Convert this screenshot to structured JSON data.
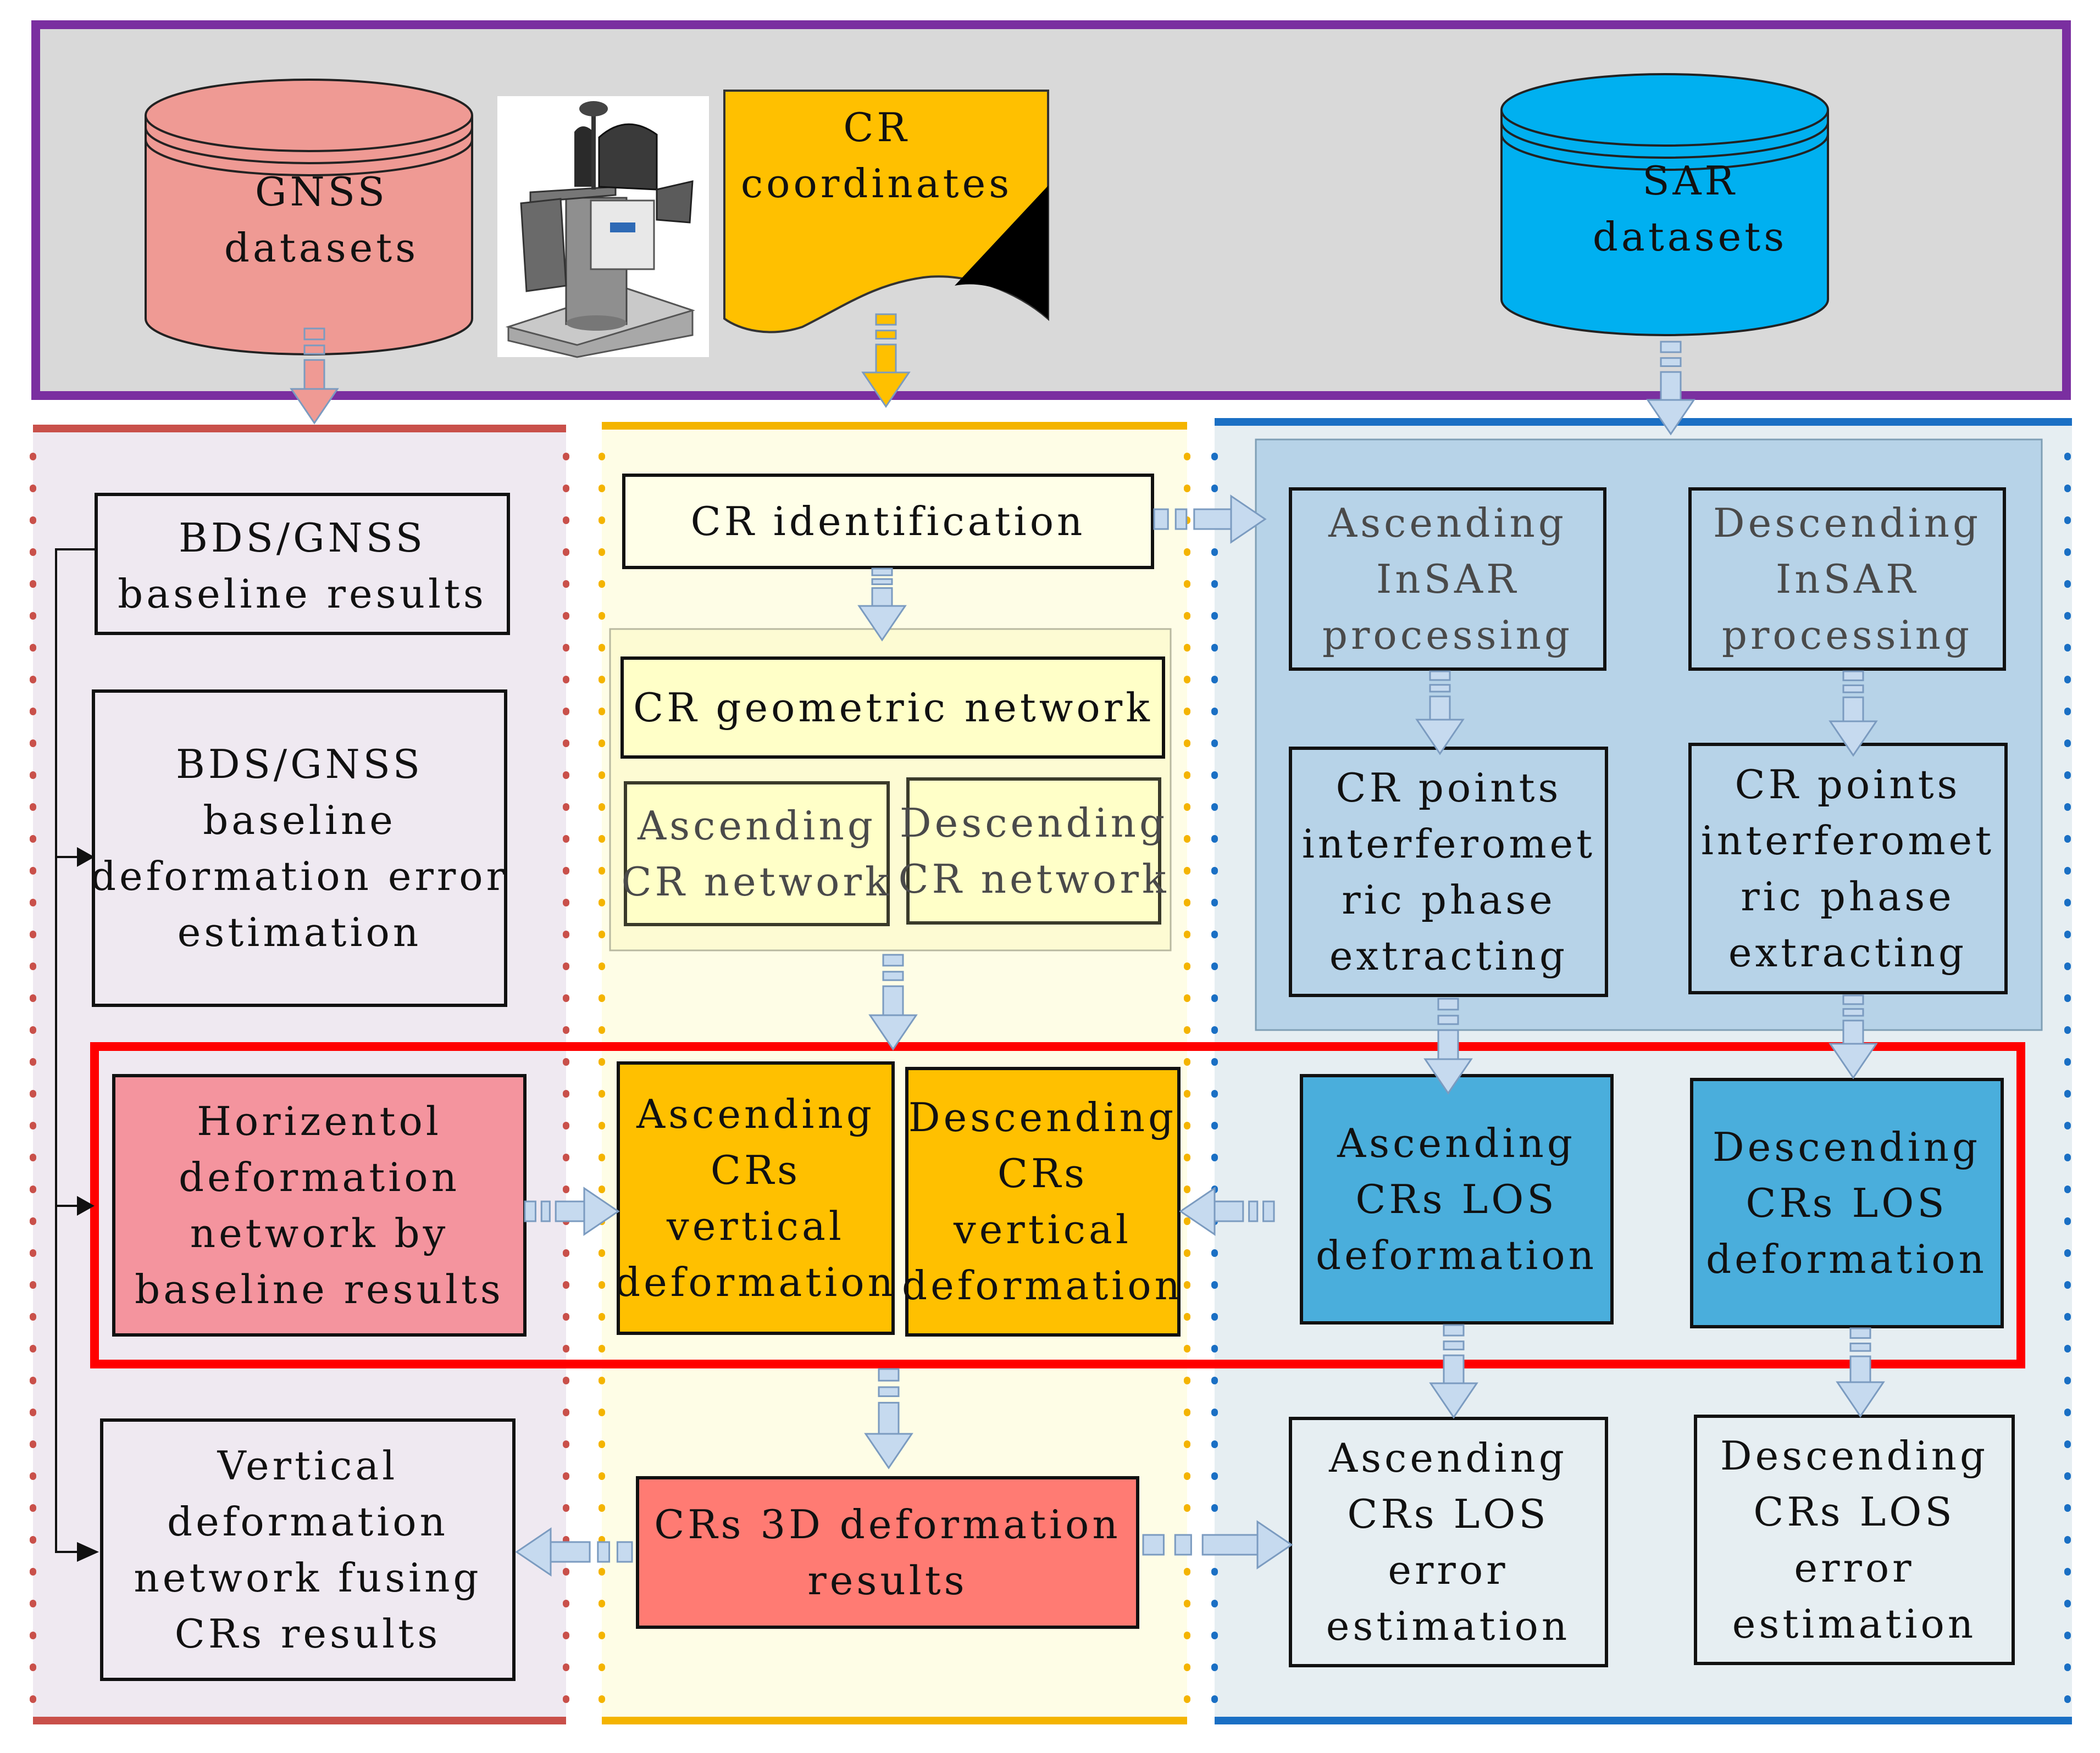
{
  "sources": {
    "gnss": [
      "GNSS",
      "datasets"
    ],
    "cr": [
      "CR",
      "coordinates"
    ],
    "sar": [
      "SAR",
      "datasets"
    ]
  },
  "gnss_column": {
    "baseline_results": [
      "BDS/GNSS",
      "baseline results"
    ],
    "error_estimation": [
      "BDS/GNSS",
      "baseline",
      "deformation error",
      "estimation"
    ],
    "horizontal_network": [
      "Horizentol",
      "deformation",
      "network by",
      "baseline results"
    ],
    "vertical_network": [
      "Vertical",
      "deformation",
      "network fusing",
      "CRs results"
    ]
  },
  "cr_column": {
    "identification": [
      "CR identification"
    ],
    "geometric_network": [
      "CR geometric network"
    ],
    "ascending_network": [
      "Ascending",
      "CR network"
    ],
    "descending_network": [
      "Descending",
      "CR network"
    ],
    "ascending_vertical": [
      "Ascending",
      "CRs",
      "vertical",
      "deformation"
    ],
    "descending_vertical": [
      "Descending",
      "CRs",
      "vertical",
      "deformation"
    ],
    "results_3d": [
      "CRs 3D deformation",
      "results"
    ]
  },
  "sar_column": {
    "asc_insar": [
      "Ascending",
      "InSAR",
      "processing"
    ],
    "desc_insar": [
      "Descending",
      "InSAR",
      "processing"
    ],
    "asc_phase": [
      "CR points",
      "interferomet",
      "ric phase",
      "extracting"
    ],
    "desc_phase": [
      "CR points",
      "interferomet",
      "ric phase",
      "extracting"
    ],
    "asc_los": [
      "Ascending",
      "CRs LOS",
      "deformation"
    ],
    "desc_los": [
      "Descending",
      "CRs LOS",
      "deformation"
    ],
    "asc_los_error": [
      "Ascending",
      "CRs LOS",
      "error",
      "estimation"
    ],
    "desc_los_error": [
      "Descending",
      "CRs LOS",
      "error",
      "estimation"
    ]
  },
  "colors": {
    "source_frame": "#7a2fa0",
    "source_bg": "#d9d9d9",
    "gnss_db": "#ef9a94",
    "cr_doc": "#ffc000",
    "sar_db": "#00b0f0",
    "gnss_line": "#c9504a",
    "cr_line": "#f4b400",
    "sar_line": "#1a6fc4",
    "gnss_panel": "#efe9f1",
    "cr_panel": "#fefde6",
    "sar_panel": "#e6eef2",
    "sar_inner": "#b7d3e8",
    "horizontal_box": "#f4949e",
    "vertical_box": "#ffc000",
    "los_box": "#4aaedc",
    "result_box": "#ff7b73",
    "highlight_frame": "#ff0000",
    "arrow_fill": "#c6daef",
    "arrow_stroke": "#7b9bc0"
  }
}
